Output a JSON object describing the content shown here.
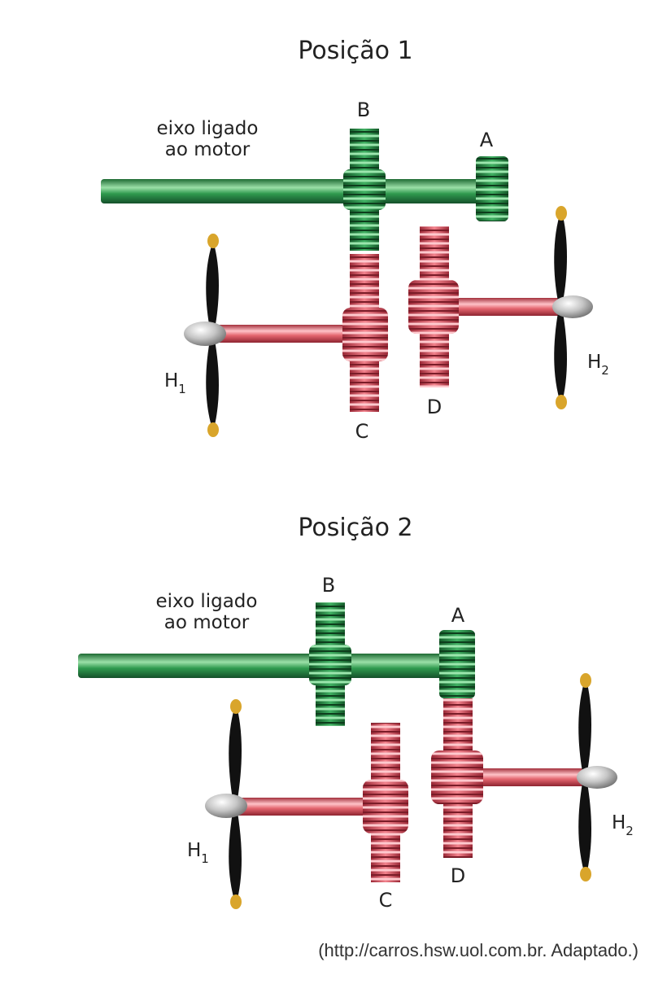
{
  "colors": {
    "shaft_green": "#2f9a4e",
    "shaft_red": "#e4656f",
    "gear_green": "#2e9a4c",
    "gear_red": "#e0596a",
    "blade": "#111111",
    "blade_tip": "#d9a52b",
    "hub": "#b9b9b9"
  },
  "source": "(http://carros.hsw.uol.com.br. Adaptado.)",
  "positions": [
    {
      "title": "Posição 1",
      "shaft_label_line1": "eixo ligado",
      "shaft_label_line2": "ao motor",
      "gears": {
        "a": "A",
        "b": "B",
        "c": "C",
        "d": "D"
      },
      "propellers": {
        "h1": "H",
        "h1_sub": "1",
        "h2": "H",
        "h2_sub": "2"
      }
    },
    {
      "title": "Posição 2",
      "shaft_label_line1": "eixo ligado",
      "shaft_label_line2": "ao motor",
      "gears": {
        "a": "A",
        "b": "B",
        "c": "C",
        "d": "D"
      },
      "propellers": {
        "h1": "H",
        "h1_sub": "1",
        "h2": "H",
        "h2_sub": "2"
      }
    }
  ]
}
